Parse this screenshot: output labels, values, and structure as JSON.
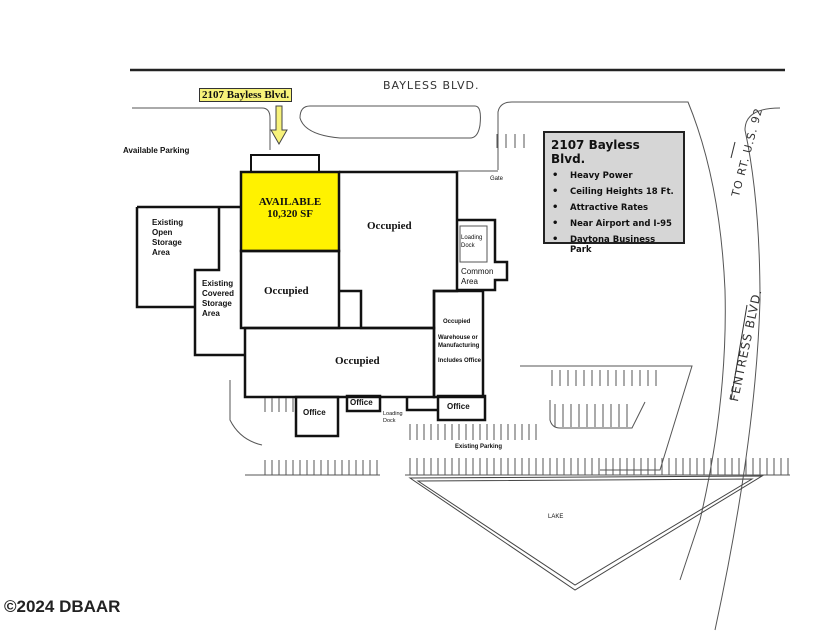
{
  "road_top": "BAYLESS BLVD.",
  "road_right_1": "TO RT. U.S. 92",
  "road_right_2": "FENTRESS BLVD.",
  "address_tag": "2107 Bayless Blvd.",
  "available_parking": "Available Parking",
  "available_unit": {
    "line1": "AVAILABLE",
    "line2": "10,320 SF"
  },
  "areas": {
    "occupied_main": "Occupied",
    "occupied_left": "Occupied",
    "occupied_lower": "Occupied",
    "occupied_right_title": "Occupied",
    "occupied_right_desc1": "Warehouse or",
    "occupied_right_desc2": "Manufacturing",
    "occupied_right_desc3": "Includes Office",
    "open_storage": [
      "Existing",
      "Open",
      "Storage",
      "Area"
    ],
    "covered_storage": [
      "Existing",
      "Covered",
      "Storage",
      "Area"
    ],
    "loading_dock_top": [
      "Loading",
      "Dock"
    ],
    "common_area": [
      "Common",
      "Area"
    ],
    "gate": "Gate",
    "office_1": "Office",
    "office_2": "Office",
    "office_3": "Office",
    "loading_dock_bottom": [
      "Loading",
      "Dock"
    ],
    "existing_parking": "Existing Parking",
    "lake": "LAKE"
  },
  "info_box": {
    "title": "2107 Bayless Blvd.",
    "items": [
      "Heavy Power",
      "Ceiling Heights 18 Ft.",
      "Attractive Rates",
      "Near Airport and I-95",
      "Daytona Business Park"
    ]
  },
  "watermark": "©2024 DBAAR",
  "colors": {
    "available": "#fff200",
    "info_bg": "#d6d6d6",
    "tag_bg": "#f7f27a"
  }
}
